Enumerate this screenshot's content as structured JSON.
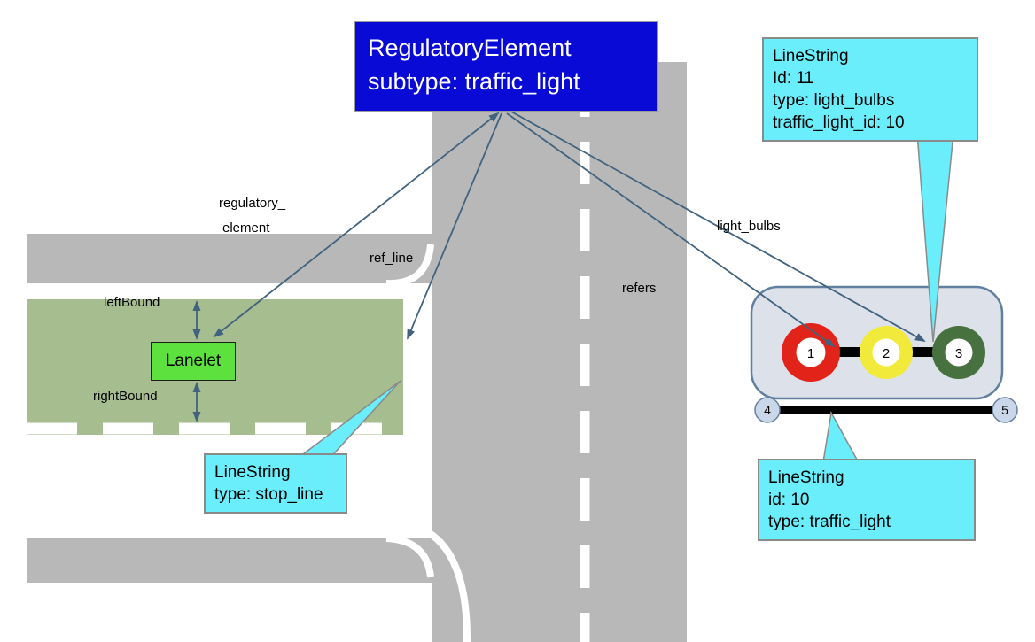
{
  "diagram": {
    "regulatory_box": {
      "title": "RegulatoryElement",
      "subtitle": "subtype: traffic_light"
    },
    "lanelet_box": {
      "label": "Lanelet"
    },
    "labels": {
      "regulatory_element_line1": "regulatory_",
      "regulatory_element_line2": "element",
      "ref_line": "ref_line",
      "refers": "refers",
      "light_bulbs": "light_bulbs",
      "left_bound": "leftBound",
      "right_bound": "rightBound"
    },
    "callout_light_bulbs": {
      "lines": [
        "LineString",
        "Id: 11",
        "type: light_bulbs",
        "traffic_light_id: 10"
      ]
    },
    "callout_traffic_light": {
      "lines": [
        "LineString",
        "id: 10",
        "type: traffic_light"
      ]
    },
    "callout_stop_line": {
      "lines": [
        "LineString",
        "type: stop_line"
      ]
    },
    "traffic_light": {
      "bulbs": [
        {
          "number": "1",
          "color": "#e2231a"
        },
        {
          "number": "2",
          "color": "#f2ea3a"
        },
        {
          "number": "3",
          "color": "#47713f"
        }
      ],
      "endpoints": [
        {
          "number": "4"
        },
        {
          "number": "5"
        }
      ]
    },
    "colors": {
      "regulatory_box_bg": "#0a0ad6",
      "callout_bg": "#6aeefb",
      "lanelet_box_bg": "#5ce13f",
      "road_gray": "#b8b8b8",
      "lanelet_area_green": "#a6bd90",
      "arrow": "#41637f",
      "traffic_light_housing": "#dce1ea"
    }
  }
}
